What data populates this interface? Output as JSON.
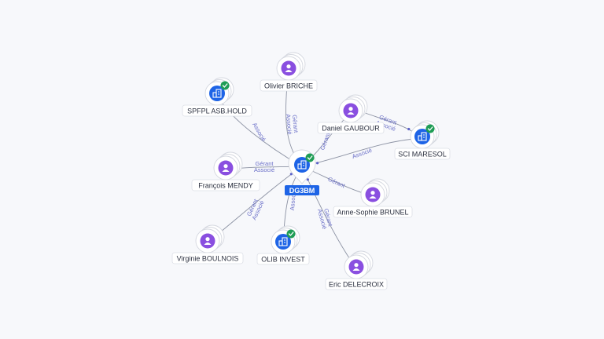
{
  "center": {
    "id": "DG3BM",
    "label": "DG3BM",
    "type": "company",
    "verified": true
  },
  "nodes": [
    {
      "id": "olivier",
      "label": "Olivier BRICHE",
      "type": "person",
      "verified": false,
      "edge_labels": [
        "Gérant",
        "Associé"
      ]
    },
    {
      "id": "spfpl",
      "label": "SPFPL ASB.HOLD",
      "type": "company",
      "verified": true,
      "edge_labels": [
        "Associé"
      ]
    },
    {
      "id": "daniel",
      "label": "Daniel GAUBOUR",
      "type": "person",
      "verified": false,
      "edge_labels": [
        "Gérant"
      ]
    },
    {
      "id": "maresol",
      "label": "SCI MARESOL",
      "type": "company",
      "verified": true,
      "edge_labels": [
        "Associé"
      ]
    },
    {
      "id": "francois",
      "label": "François MENDY",
      "type": "person",
      "verified": false,
      "edge_labels": [
        "Gérant",
        "Associé"
      ]
    },
    {
      "id": "anne",
      "label": "Anne-Sophie BRUNEL",
      "type": "person",
      "verified": false,
      "edge_labels": [
        "Gérant"
      ]
    },
    {
      "id": "virginie",
      "label": "Virginie BOULNOIS",
      "type": "person",
      "verified": false,
      "edge_labels": [
        "Gérant",
        "Associé"
      ]
    },
    {
      "id": "olib",
      "label": "OLIB INVEST",
      "type": "company",
      "verified": true,
      "edge_labels": [
        "Associé"
      ]
    },
    {
      "id": "eric",
      "label": "Eric DELECROIX",
      "type": "person",
      "verified": false,
      "edge_labels": [
        "Gérant",
        "Associé"
      ]
    }
  ],
  "extra_edges": [
    {
      "from": "daniel",
      "to": "maresol",
      "edge_labels": [
        "Gérant",
        "Associé"
      ]
    }
  ],
  "colors": {
    "person": "#8a4fe0",
    "company": "#1e64e6",
    "verified": "#1f9d55",
    "edge": "#8c92a3",
    "edge_label": "#6b70c8"
  }
}
